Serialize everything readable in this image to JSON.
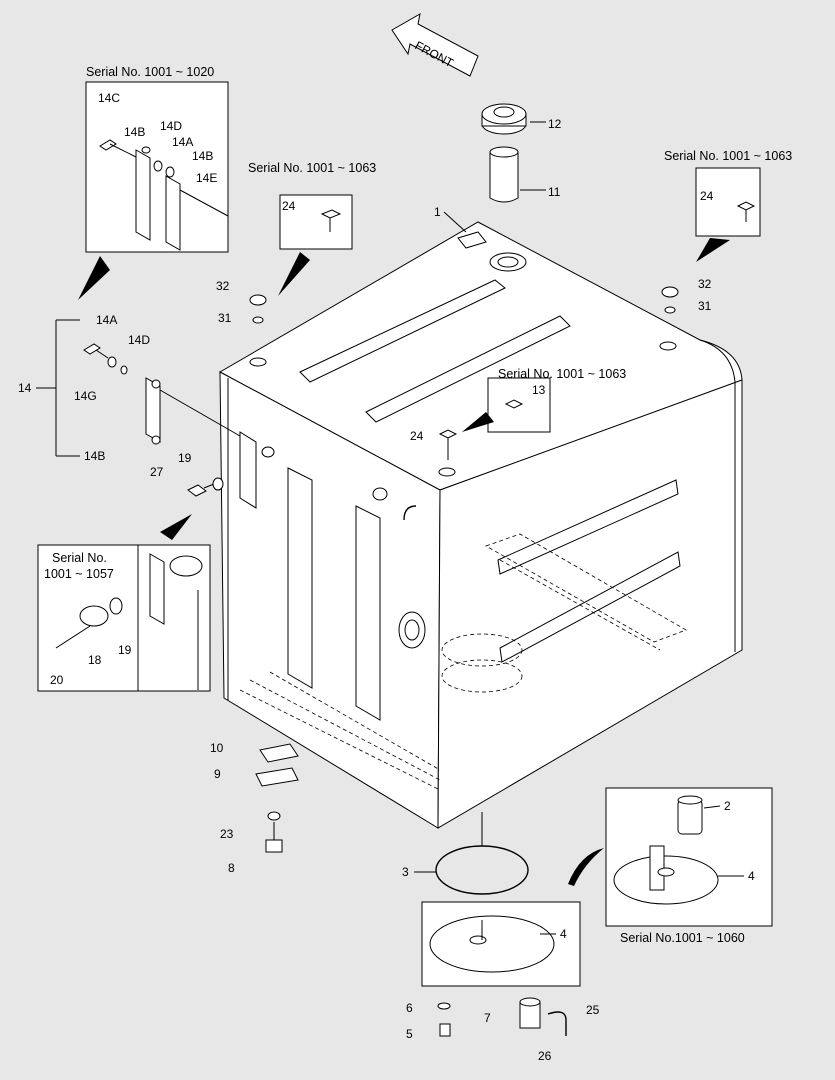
{
  "diagram": {
    "front_label": "FRONT",
    "serials": {
      "s1020": "Serial No. 1001 ~ 1020",
      "s1063_left": "Serial No. 1001 ~ 1063",
      "s1063_right": "Serial No. 1001 ~ 1063",
      "s1063_mid": "Serial No. 1001 ~ 1063",
      "s1057_line1": "Serial No.",
      "s1057_line2": "1001 ~ 1057",
      "s1060": "Serial No.1001 ~ 1060"
    },
    "callouts": {
      "c1": "1",
      "c2": "2",
      "c3": "3",
      "c4a": "4",
      "c4b": "4",
      "c5": "5",
      "c6": "6",
      "c7": "7",
      "c8": "8",
      "c9": "9",
      "c10": "10",
      "c11": "11",
      "c12": "12",
      "c13": "13",
      "c14": "14",
      "c14A_top": "14A",
      "c14A": "14A",
      "c14B_top1": "14B",
      "c14B_top2": "14B",
      "c14B": "14B",
      "c14C": "14C",
      "c14D_top": "14D",
      "c14D": "14D",
      "c14E": "14E",
      "c14G": "14G",
      "c18": "18",
      "c19a": "19",
      "c19b": "19",
      "c20": "20",
      "c23": "23",
      "c24a": "24",
      "c24b": "24",
      "c24c": "24",
      "c25": "25",
      "c26": "26",
      "c27": "27",
      "c31a": "31",
      "c31b": "31",
      "c32a": "32",
      "c32b": "32"
    }
  }
}
